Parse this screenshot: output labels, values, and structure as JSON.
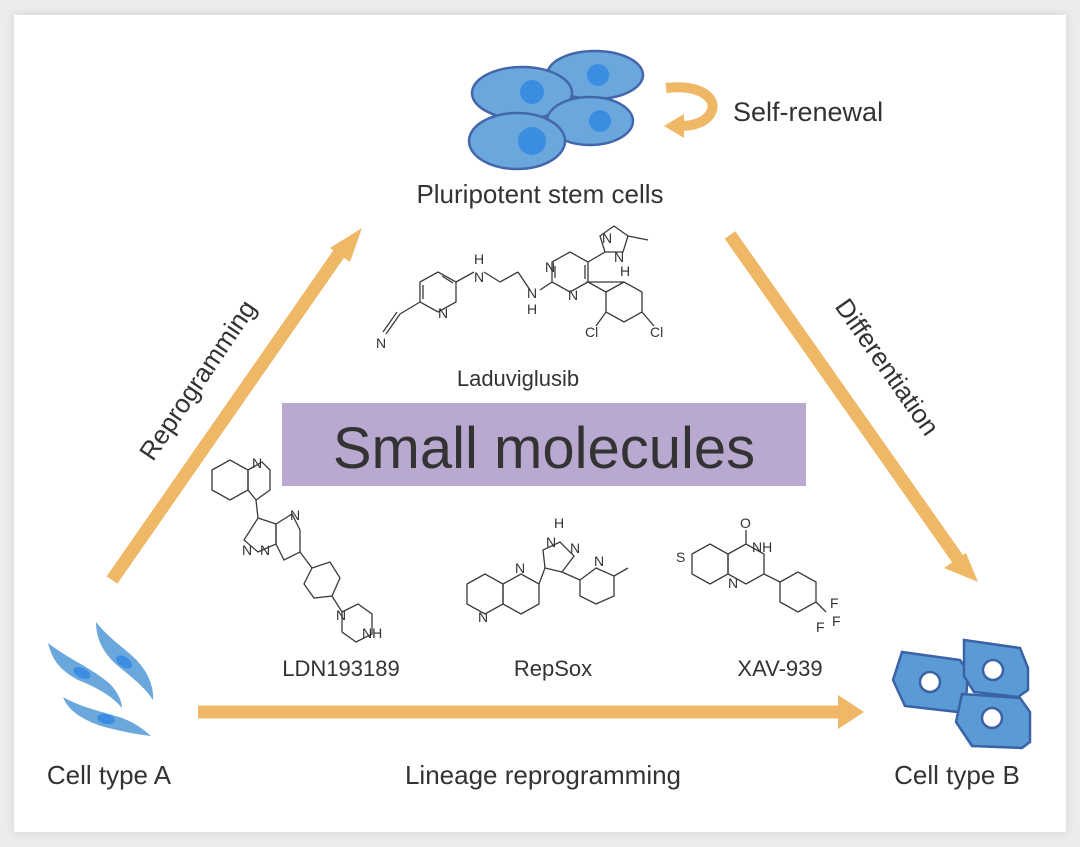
{
  "title": "Small molecules",
  "colors": {
    "arrow": "#efb866",
    "title_box": "#b9a9d1",
    "cell_fill": "#6aa7dc",
    "cell_stroke": "#4466aa",
    "nucleus": "#3a8de0",
    "text": "#333333"
  },
  "nodes": {
    "top": {
      "label": "Pluripotent stem cells",
      "icon": "pluripotent-stem-cells-icon"
    },
    "left": {
      "label": "Cell type A",
      "icon": "fibroblast-cells-icon"
    },
    "right": {
      "label": "Cell type B",
      "icon": "epithelial-cells-icon"
    }
  },
  "self_renewal": {
    "label": "Self-renewal",
    "icon": "circular-arrow-icon"
  },
  "arrows": {
    "reprogramming": "Reprogramming",
    "differentiation": "Differentiation",
    "lineage": "Lineage reprogramming"
  },
  "molecules": [
    {
      "name": "Laduviglusib",
      "atoms": [
        "N",
        "N",
        "H",
        "N",
        "H",
        "N",
        "N",
        "N",
        "H",
        "N",
        "Cl",
        "Cl"
      ]
    },
    {
      "name": "LDN193189",
      "atoms": [
        "N",
        "N",
        "N",
        "N",
        "N",
        "NH"
      ]
    },
    {
      "name": "RepSox",
      "atoms": [
        "H",
        "N",
        "N",
        "N",
        "N",
        "N"
      ]
    },
    {
      "name": "XAV-939",
      "atoms": [
        "O",
        "S",
        "NH",
        "N",
        "F",
        "F",
        "F"
      ]
    }
  ]
}
